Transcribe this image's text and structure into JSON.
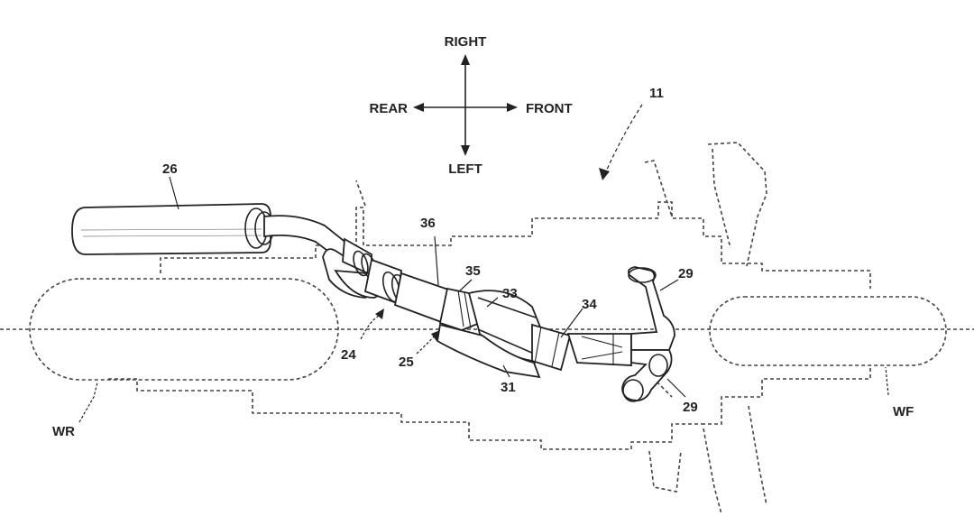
{
  "directions": {
    "right": "RIGHT",
    "left": "LEFT",
    "rear": "REAR",
    "front": "FRONT"
  },
  "reference_numerals": {
    "motorcycle": "11",
    "muffler": "26",
    "connecting_pipe": "36",
    "joint": "35",
    "catalyst_case": "33",
    "front_pipe": "34",
    "exhaust_port_pipe_upper": "29",
    "exhaust_port_pipe_lower": "29",
    "exhaust_pipe_assembly": "24",
    "exhaust_passage": "25",
    "collective_pipe": "31",
    "rear_wheel": "WR",
    "front_wheel": "WF"
  }
}
